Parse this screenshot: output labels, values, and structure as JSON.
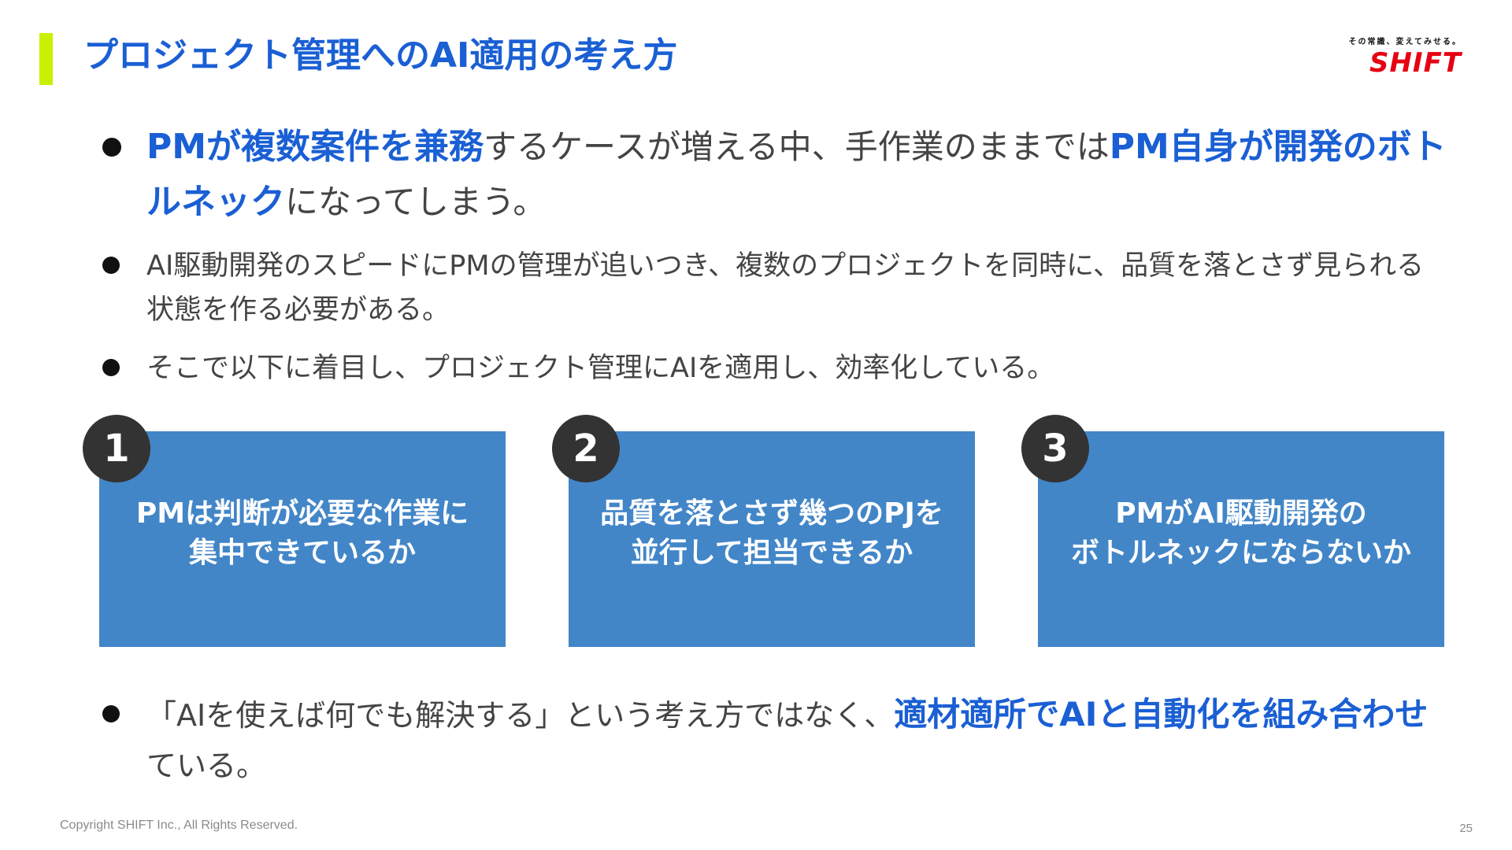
{
  "slide": {
    "title": "プロジェクト管理へのAI適用の考え方",
    "logo": {
      "tagline": "その常識、変えてみせる。",
      "word": "SHIFT"
    },
    "bullets": [
      {
        "hl1": "PMが複数案件を兼務",
        "t1": "するケースが増える中、手作業のままでは",
        "hl2": "PM自身が開発のボトルネック",
        "t2": "になってしまう。"
      },
      {
        "text": "AI駆動開発のスピードにPMの管理が追いつき、複数のプロジェクトを同時に、品質を落とさず見られる状態を作る必要がある。"
      },
      {
        "text": "そこで以下に着目し、プロジェクト管理にAIを適用し、効率化している。"
      },
      {
        "t1": "「AIを使えば何でも解決する」という考え方ではなく、",
        "hl1": "適材適所でAIと自動化を組み合わせ",
        "t2": "ている。"
      }
    ],
    "boxes": [
      {
        "number": "1",
        "line1": "PMは判断が必要な作業に",
        "line2": "集中できているか"
      },
      {
        "number": "2",
        "line1": "品質を落とさず幾つのPJを",
        "line2": "並行して担当できるか"
      },
      {
        "number": "3",
        "line1": "PMがAI駆動開発の",
        "line2": "ボトルネックにならないか"
      }
    ],
    "footer": {
      "copyright": "Copyright SHIFT Inc., All Rights Reserved.",
      "page_number": "25"
    },
    "colors": {
      "accent_blue": "#1a5fd4",
      "box_blue": "#4286c8",
      "title_bar": "#c8f000",
      "logo_red": "#e60012"
    }
  }
}
